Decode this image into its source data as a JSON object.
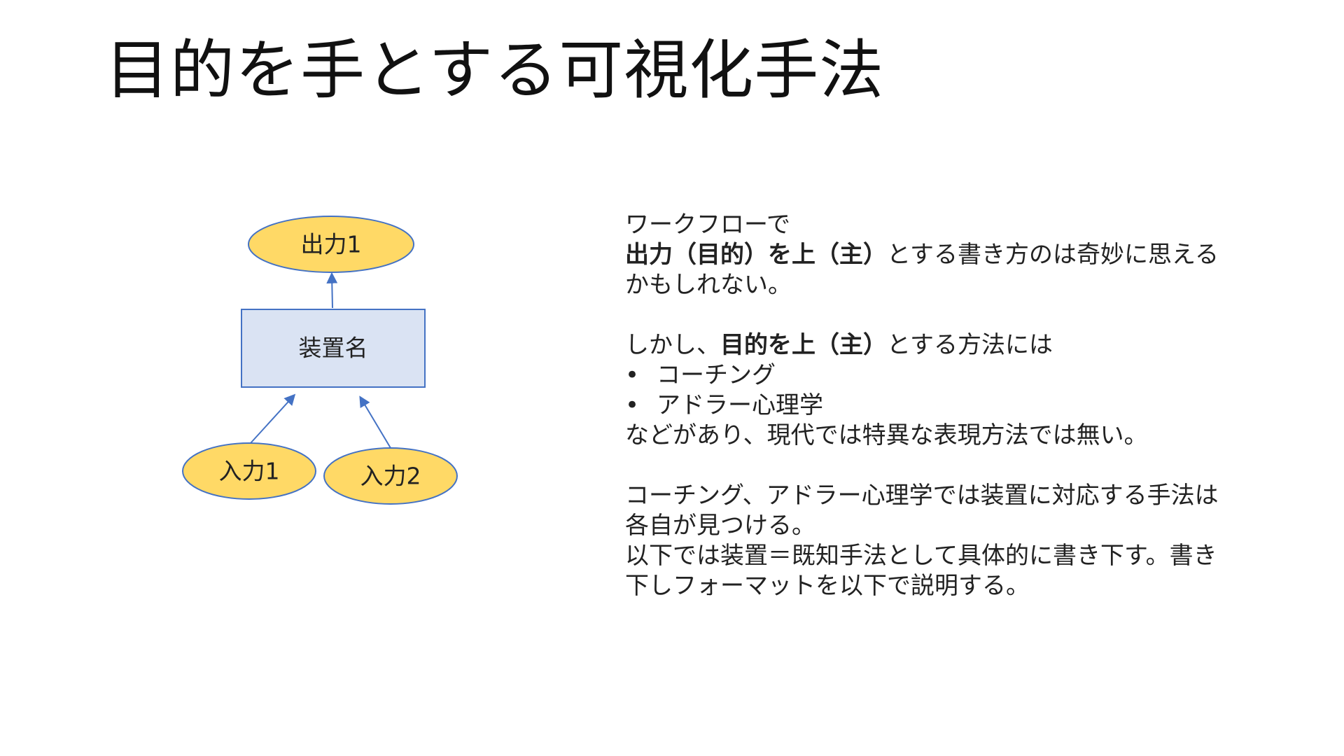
{
  "slide": {
    "title": "目的を手とする可視化手法"
  },
  "diagram": {
    "output_label": "出力1",
    "device_label": "装置名",
    "input1_label": "入力1",
    "input2_label": "入力2",
    "colors": {
      "ellipse_fill": "#FFD966",
      "ellipse_stroke": "#4472C4",
      "box_fill": "#DAE3F3",
      "box_stroke": "#4472C4",
      "arrow": "#4472C4"
    }
  },
  "text": {
    "p1_line1": "ワークフローで",
    "p1_line2_bold": "出力（目的）を上（主）",
    "p1_line2_rest": "とする書き方のは奇妙に思える",
    "p1_line3": "かもしれない。",
    "p2_line1_pre": "しかし、",
    "p2_line1_bold": "目的を上（主）",
    "p2_line1_post": "とする方法には",
    "bullet_symbol": "•",
    "bullets": [
      "コーチング",
      "アドラー心理学"
    ],
    "p2_line_last": "などがあり、現代では特異な表現方法では無い。",
    "p3_line1": "コーチング、アドラー心理学では装置に対応する手法は",
    "p3_line2": "各自が見つける。",
    "p3_line3": "以下では装置＝既知手法として具体的に書き下す。書き",
    "p3_line4": "下しフォーマットを以下で説明する。"
  }
}
